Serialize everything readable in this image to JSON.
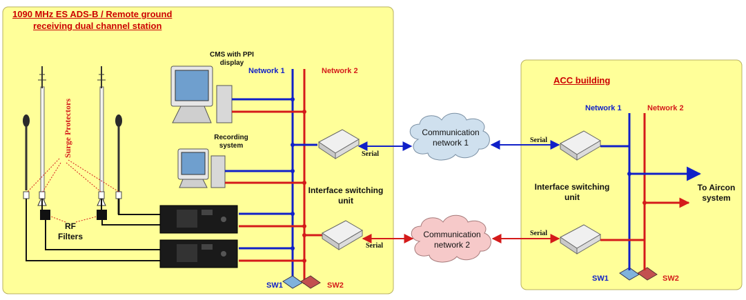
{
  "station": {
    "title_line1": "1090 MHz ES ADS-B / Remote ground",
    "title_line2": "receiving dual channel station",
    "cms_line1": "CMS with PPI",
    "cms_line2": "display",
    "recording_line1": "Recording",
    "recording_line2": "system",
    "network1": "Network 1",
    "network2": "Network 2",
    "isu_line1": "Interface switching",
    "isu_line2": "unit",
    "serial": "Serial",
    "surge_protectors": "Surge Protectors",
    "rf_line1": "RF",
    "rf_line2": "Filters",
    "sw1": "SW1",
    "sw2": "SW2"
  },
  "clouds": [
    {
      "line1": "Communication",
      "line2": "network 1"
    },
    {
      "line1": "Communication",
      "line2": "network 2"
    }
  ],
  "acc": {
    "title": "ACC building",
    "network1": "Network 1",
    "network2": "Network 2",
    "serial": "Serial",
    "isu_line1": "Interface switching",
    "isu_line2": "unit",
    "to_aircon_line1": "To Aircon",
    "to_aircon_line2": "system",
    "sw1": "SW1",
    "sw2": "SW2"
  },
  "colors": {
    "panel": "#ffff99",
    "panel_border": "#b8b060",
    "network1": "#1020c8",
    "network2": "#d41a1a",
    "title": "#cc0000",
    "cloud1": "#cfe0ee",
    "cloud2": "#f6c9c9"
  }
}
